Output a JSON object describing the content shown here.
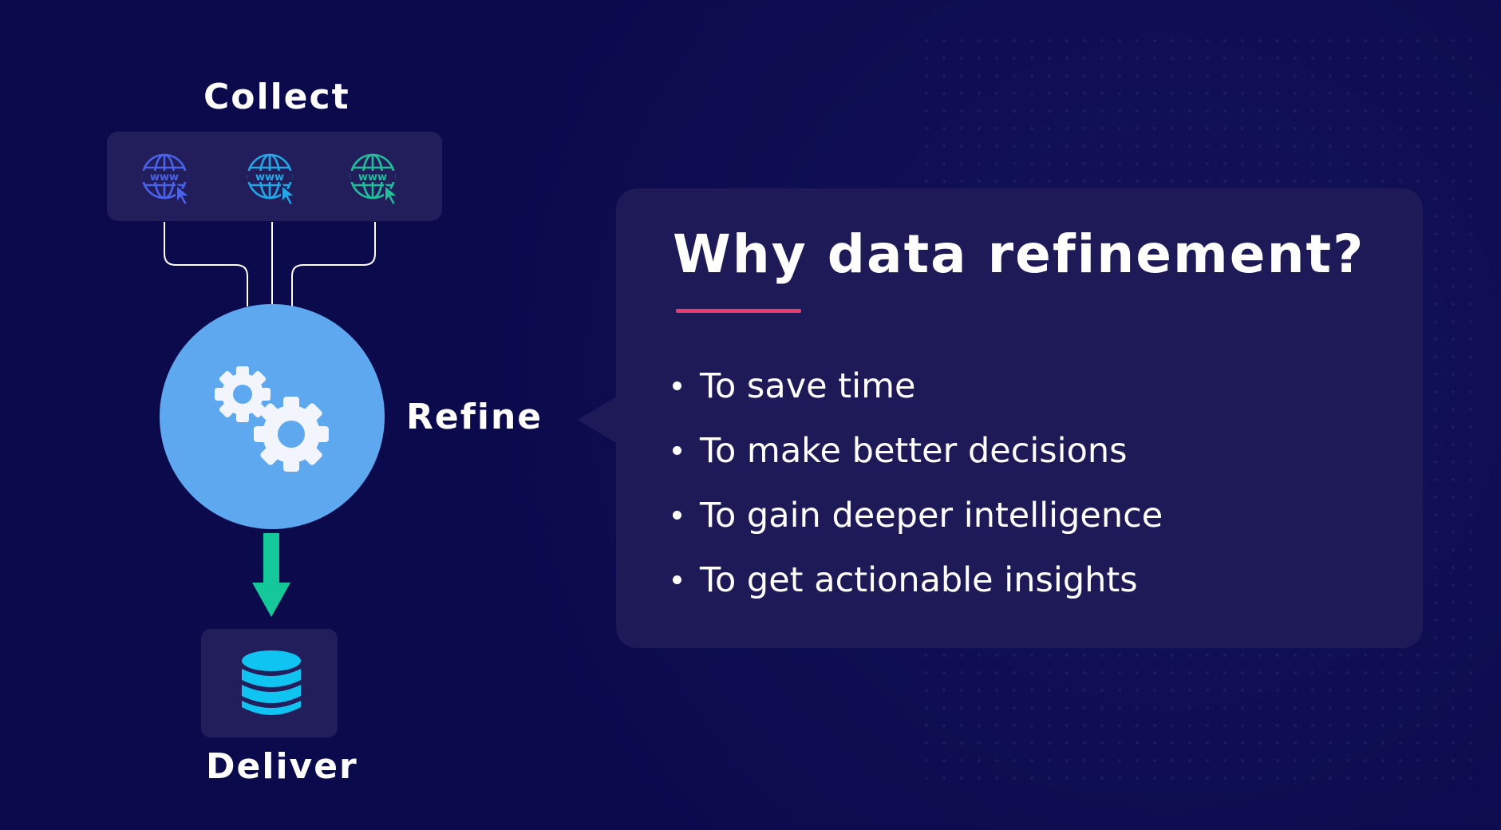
{
  "diagram": {
    "collect": {
      "label": "Collect",
      "sources": [
        {
          "icon": "globe-www-cursor-icon",
          "color": "#4a63ea"
        },
        {
          "icon": "globe-www-cursor-icon",
          "color": "#22a8e6"
        },
        {
          "icon": "globe-www-cursor-icon",
          "color": "#1fbf9a"
        }
      ]
    },
    "refine": {
      "label": "Refine",
      "icon": "gears-icon",
      "color": "#5ea8ef"
    },
    "arrow": {
      "icon": "arrow-down-icon",
      "color": "#14c89a"
    },
    "deliver": {
      "label": "Deliver",
      "icon": "database-icon",
      "color": "#10c4f2"
    }
  },
  "panel": {
    "title": "Why data refinement?",
    "underline_color": "#e83e6c",
    "bullets": [
      "To save time",
      "To make better decisions",
      "To gain deeper intelligence",
      "To get actionable insights"
    ]
  },
  "colors": {
    "background": "#0b0a4d",
    "card": "#221e5c",
    "panel": "#1e1a58",
    "text": "#ffffff"
  }
}
